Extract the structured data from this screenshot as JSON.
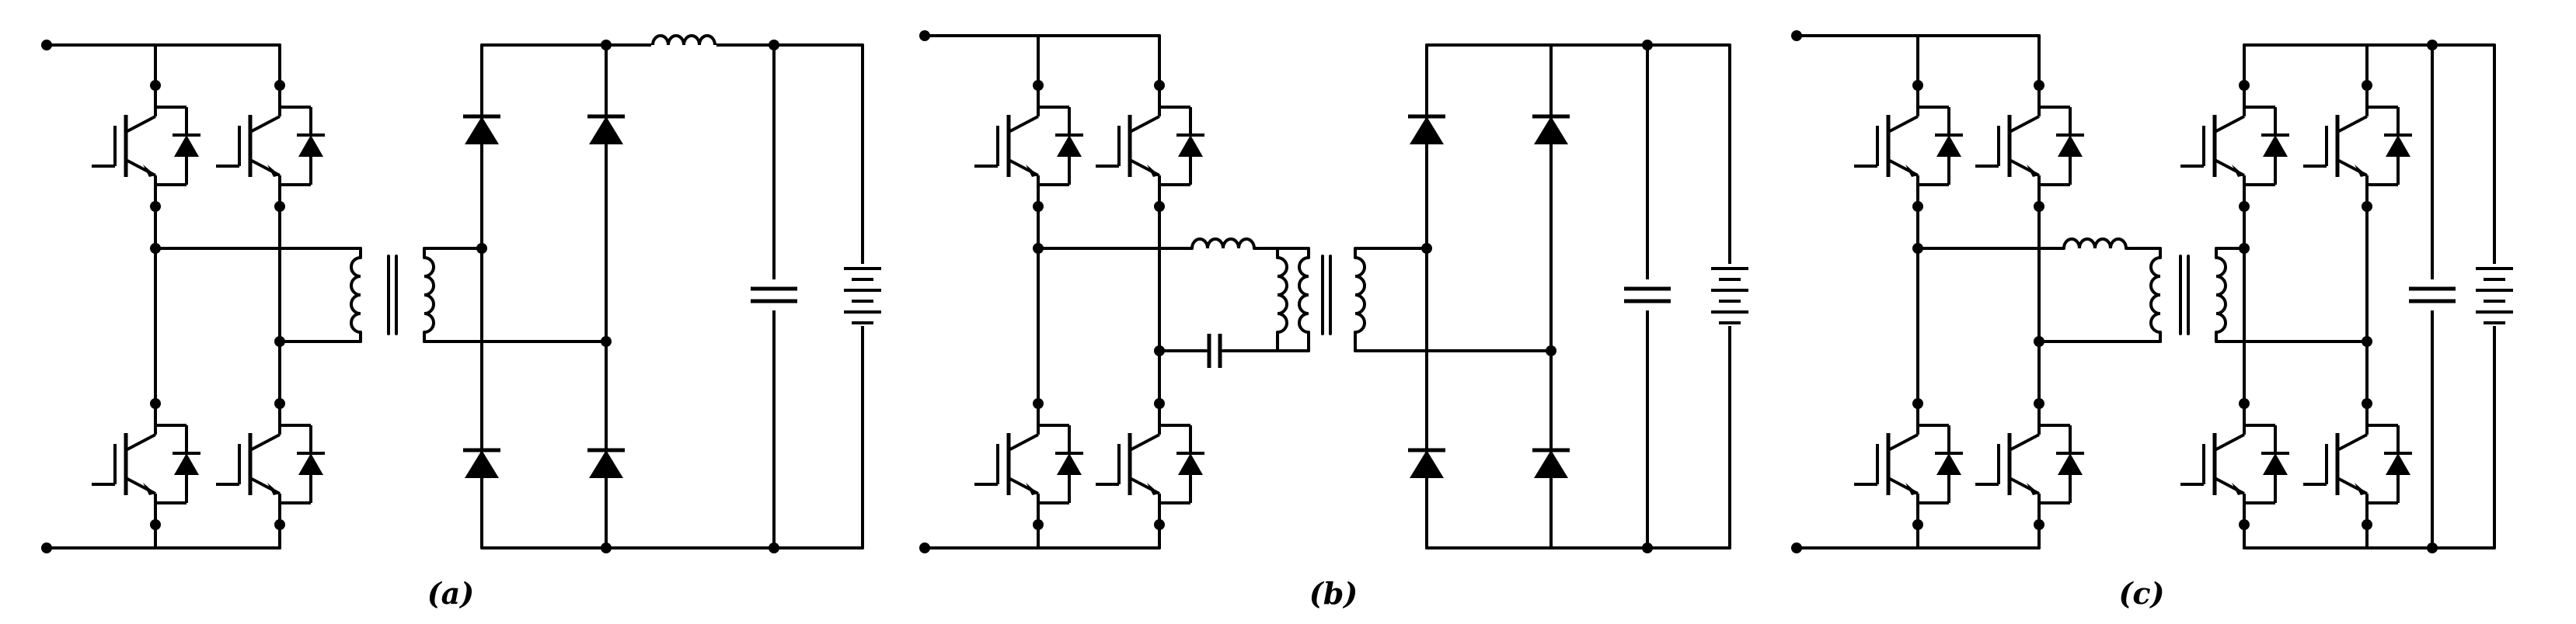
{
  "captions": {
    "a": "(a)",
    "b": "(b)",
    "c": "(c)"
  },
  "colors": {
    "stroke": "#000000",
    "background": "#ffffff"
  }
}
